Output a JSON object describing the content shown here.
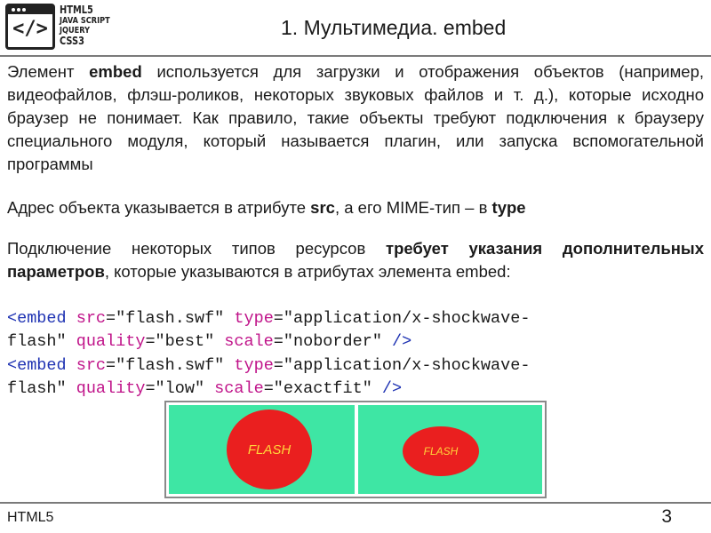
{
  "header": {
    "logo_glyph": "</>",
    "logo_lines": [
      "HTML5",
      "JAVA SCRIPT",
      "JQUERY",
      "CSS3"
    ],
    "title": "1. Мультимедиа. embed"
  },
  "paragraph1": {
    "t1": "Элемент ",
    "b1": "embed",
    "t2": " используется для загрузки и отображения объектов (например, видеофайлов, флэш-роликов, некоторых звуковых файлов и т. д.), которые исходно браузер не понимает. Как правило, такие объекты требуют подключения к браузеру специального модуля, который называется плагин, или запуска вспомогательной программы"
  },
  "paragraph2": {
    "t1": "Адрес объекта указывается в атрибуте ",
    "b1": "src",
    "t2": ", а его MIME-тип – в ",
    "b2": "type"
  },
  "paragraph3": {
    "t1": "Подключение некоторых типов ресурсов ",
    "b1": "требует указания дополнительных параметров",
    "t2": ", которые указываются в атрибутах элемента embed:"
  },
  "code1": {
    "open": "<embed",
    "src_attr": " src",
    "src_val": "=\"flash.swf\"",
    "type_attr": " type",
    "type_val1": "=\"application/x-shockwave-",
    "type_val2": "flash\"",
    "quality_attr": " quality",
    "quality_val": "=\"best\"",
    "scale_attr": " scale",
    "scale_val": "=\"noborder\"",
    "close": " />"
  },
  "code2": {
    "open": "<embed",
    "src_attr": " src",
    "src_val": "=\"flash.swf\"",
    "type_attr": " type",
    "type_val1": "=\"application/x-shockwave-",
    "type_val2": "flash\"",
    "quality_attr": " quality",
    "quality_val": "=\"low\"",
    "scale_attr": " scale",
    "scale_val": "=\"exactfit\"",
    "close": " />"
  },
  "demo": {
    "left_label": "FLASH",
    "right_label": "FLASH",
    "colors": {
      "background": "#3ee6a4",
      "circle": "#ea1f1f",
      "label": "#ffd43a"
    }
  },
  "footer": {
    "left": "HTML5",
    "page_number": "3"
  }
}
